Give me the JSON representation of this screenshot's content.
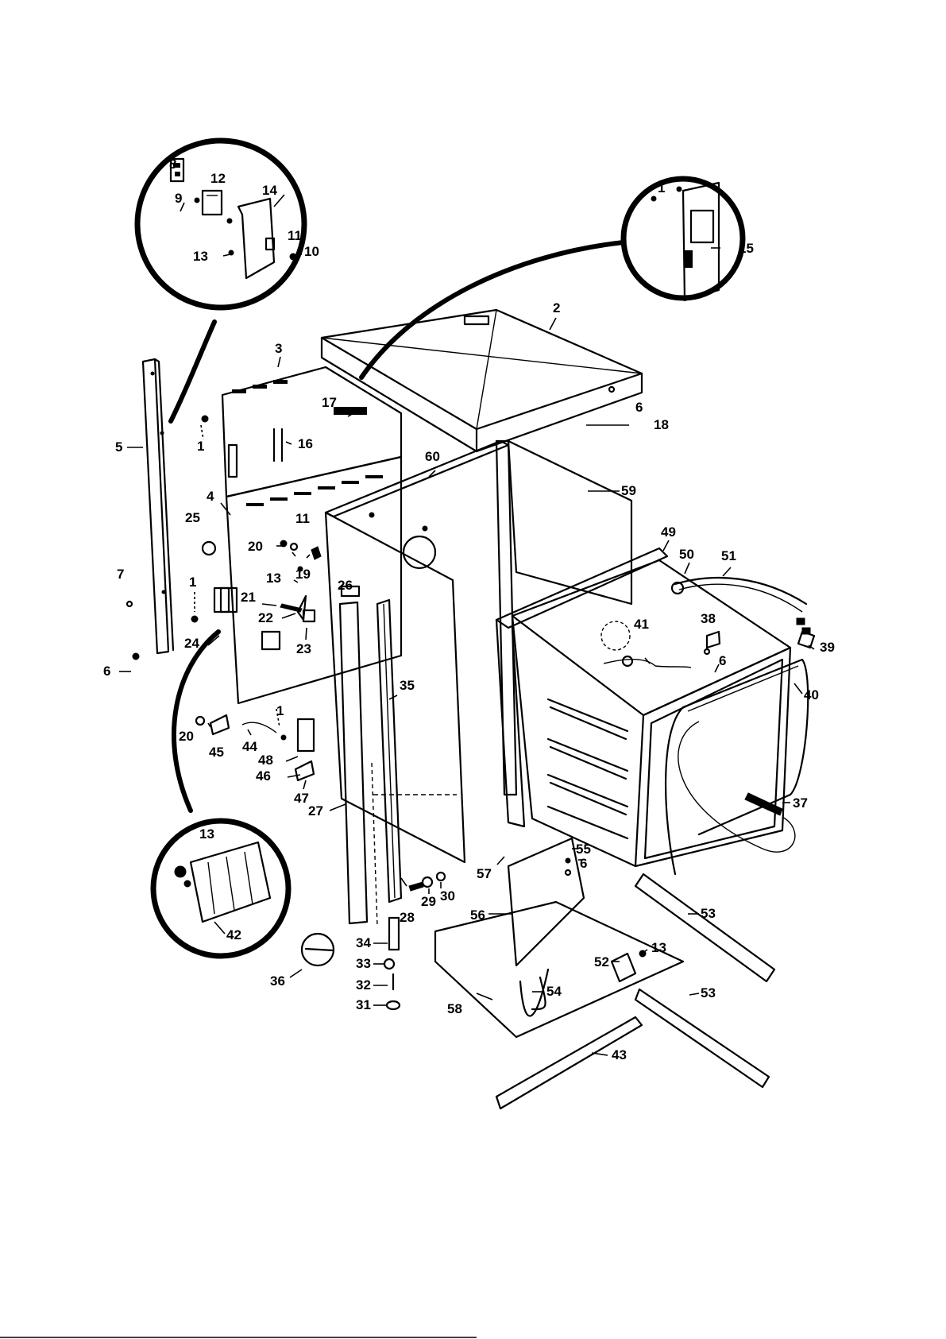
{
  "colors": {
    "ink": "#000000",
    "paper": "#ffffff"
  },
  "labels": {
    "l1a": "1",
    "l1b": "1",
    "l1c": "1",
    "l1d": "1",
    "l2": "2",
    "l3": "3",
    "l4": "4",
    "l5": "5",
    "l6a": "6",
    "l6b": "6",
    "l6c": "6",
    "l6d": "6",
    "l7": "7",
    "l8": "8",
    "l9": "9",
    "l10": "10",
    "l11a": "11",
    "l11b": "11",
    "l12": "12",
    "l13a": "13",
    "l13b": "13",
    "l13c": "13",
    "l13d": "13",
    "l14": "14",
    "l15": "15",
    "l16": "16",
    "l17": "17",
    "l18": "18",
    "l19": "19",
    "l20a": "20",
    "l20b": "20",
    "l21": "21",
    "l22": "22",
    "l23": "23",
    "l24": "24",
    "l25": "25",
    "l26": "26",
    "l27": "27",
    "l28": "28",
    "l29": "29",
    "l30": "30",
    "l31": "31",
    "l32": "32",
    "l33": "33",
    "l34": "34",
    "l35": "35",
    "l36": "36",
    "l37": "37",
    "l38": "38",
    "l39": "39",
    "l40": "40",
    "l41": "41",
    "l42": "42",
    "l43": "43",
    "l44": "44",
    "l45": "45",
    "l46": "46",
    "l47": "47",
    "l48": "48",
    "l49": "49",
    "l50": "50",
    "l51": "51",
    "l52": "52",
    "l53a": "53",
    "l53b": "53",
    "l54": "54",
    "l55": "55",
    "l56": "56",
    "l57": "57",
    "l58": "58",
    "l59": "59",
    "l60": "60"
  }
}
